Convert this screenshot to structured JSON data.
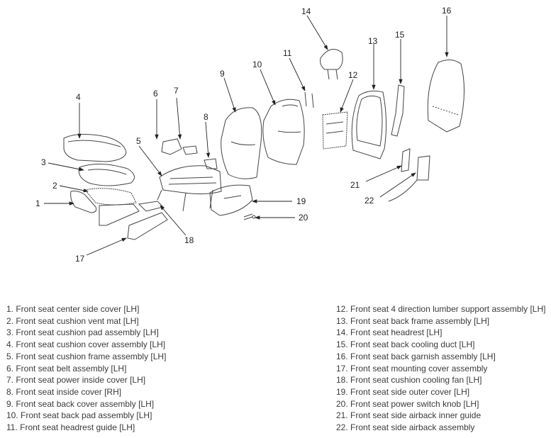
{
  "callouts": [
    "1",
    "2",
    "3",
    "4",
    "5",
    "6",
    "7",
    "8",
    "9",
    "10",
    "11",
    "12",
    "13",
    "14",
    "15",
    "16",
    "17",
    "18",
    "19",
    "20",
    "21",
    "22"
  ],
  "legend_left": [
    "1. Front seat center side cover [LH]",
    "2. Front seat cushion vent mat [LH]",
    "3. Front seat cushion pad assembly [LH]",
    "4. Front seat cushion cover assembly [LH]",
    "5. Front seat cushion frame assembly [LH]",
    "6. Front seat belt assembly [LH]",
    "7. Front seat power inside cover [LH]",
    "8. Front seat inside cover [RH]",
    "9. Front seat back cover assembly [LH]",
    "10. Front seat back pad assembly [LH]",
    "11. Front seat headrest guide [LH]"
  ],
  "legend_right": [
    "12. Front seat 4 direction lumber support assembly [LH]",
    "13. Front seat back frame assembly [LH]",
    "14. Front seat headrest [LH]",
    "15. Front seat back cooling duct [LH]",
    "16. Front seat back garnish assembly [LH]",
    "17. Front seat mounting cover assembly",
    "18. Front seat cushion cooling fan [LH]",
    "19. Front seat side outer cover [LH]",
    "20. Front seat power switch knob [LH]",
    "21. Front seat side airback inner guide",
    "22. Front seat side airback assembly"
  ]
}
